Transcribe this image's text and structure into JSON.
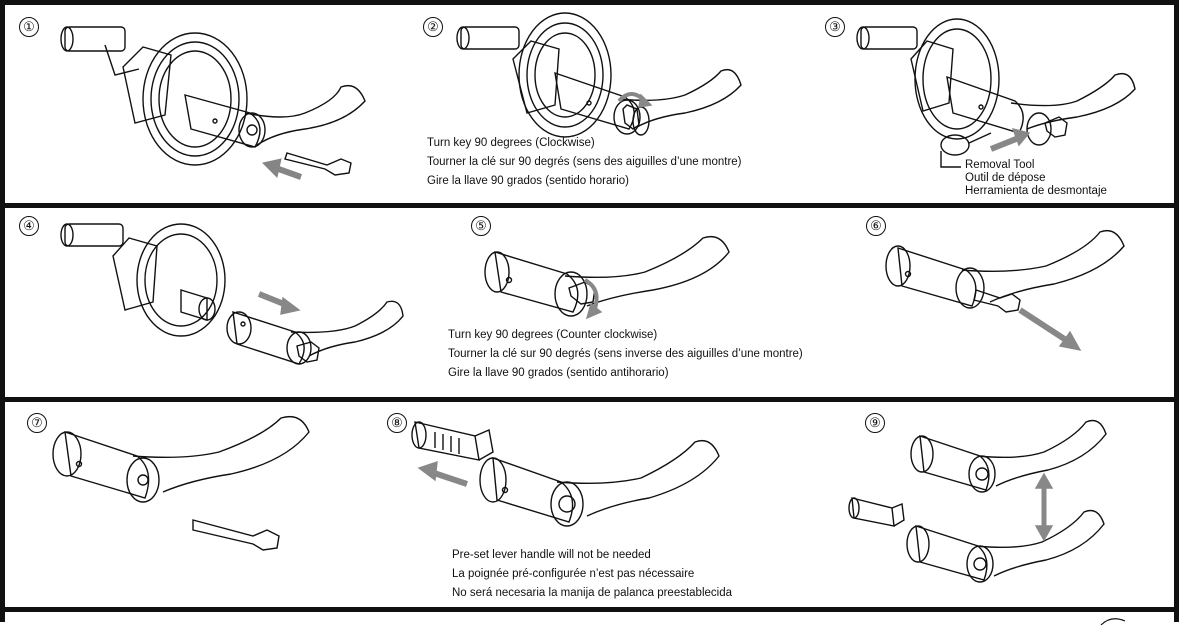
{
  "rows": [
    {
      "panels": [
        {
          "step": "①",
          "arrow": "#858585"
        },
        {
          "step": "②",
          "caption": [
            "Turn key 90 degrees (Clockwise)",
            "Tourner la clé sur 90 degrés (sens des aiguilles d’une montre)",
            "Gire la llave 90 grados (sentido horario)"
          ]
        },
        {
          "step": "③",
          "tool": [
            "Removal Tool",
            "Outil de dépose",
            "Herramienta de desmontaje"
          ]
        }
      ]
    },
    {
      "panels": [
        {
          "step": "④"
        },
        {
          "step": "⑤",
          "caption": [
            "Turn key 90 degrees (Counter clockwise)",
            "Tourner la clé sur 90 degrés (sens inverse des aiguilles d’une montre)",
            "Gire la llave 90 grados (sentido antihorario)"
          ]
        },
        {
          "step": "⑥"
        }
      ]
    },
    {
      "panels": [
        {
          "step": "⑦"
        },
        {
          "step": "⑧",
          "caption": [
            "Pre-set lever handle will not be needed",
            "La poignée pré-configurée n’est pas nécessaire",
            "No será necesaria la manija de palanca preestablecida"
          ]
        },
        {
          "step": "⑨"
        }
      ]
    }
  ],
  "colors": {
    "line": "#111111",
    "arrow": "#8a8a8a"
  }
}
